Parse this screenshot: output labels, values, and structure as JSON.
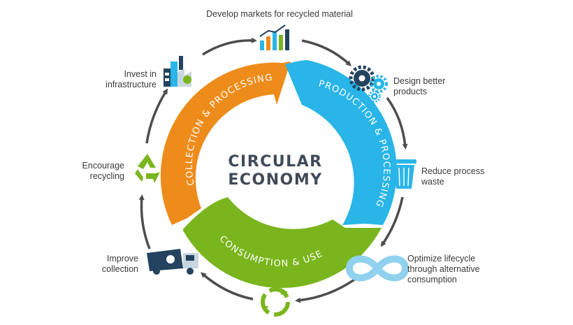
{
  "center": {
    "line1": "CIRCULAR",
    "line2": "ECONOMY"
  },
  "segments": {
    "collection": "COLLECTION & PROCESSING",
    "production": "PRODUCTION & PROCESSING",
    "consumption": "CONSUMPTION & USE"
  },
  "labels": {
    "markets": "Develop markets for recycled material",
    "design_l1": "Design better",
    "design_l2": "products",
    "reduce_l1": "Reduce process",
    "reduce_l2": "waste",
    "optimize_l1": "Optimize lifecycle",
    "optimize_l2": "through alternative",
    "optimize_l3": "consumption",
    "collection_l1": "Improve",
    "collection_l2": "collection",
    "recycling_l1": "Encourage",
    "recycling_l2": "recycling",
    "infra_l1": "Invest in",
    "infra_l2": "infrastructure"
  },
  "colors": {
    "orange": "#ee8c1b",
    "blue": "#29b5e8",
    "green": "#7ab51d",
    "navy": "#23435f",
    "ring_arrow": "#4d4d4d",
    "recycle_green": "#7ab51d",
    "infinity_blue": "#8fd1ee"
  }
}
